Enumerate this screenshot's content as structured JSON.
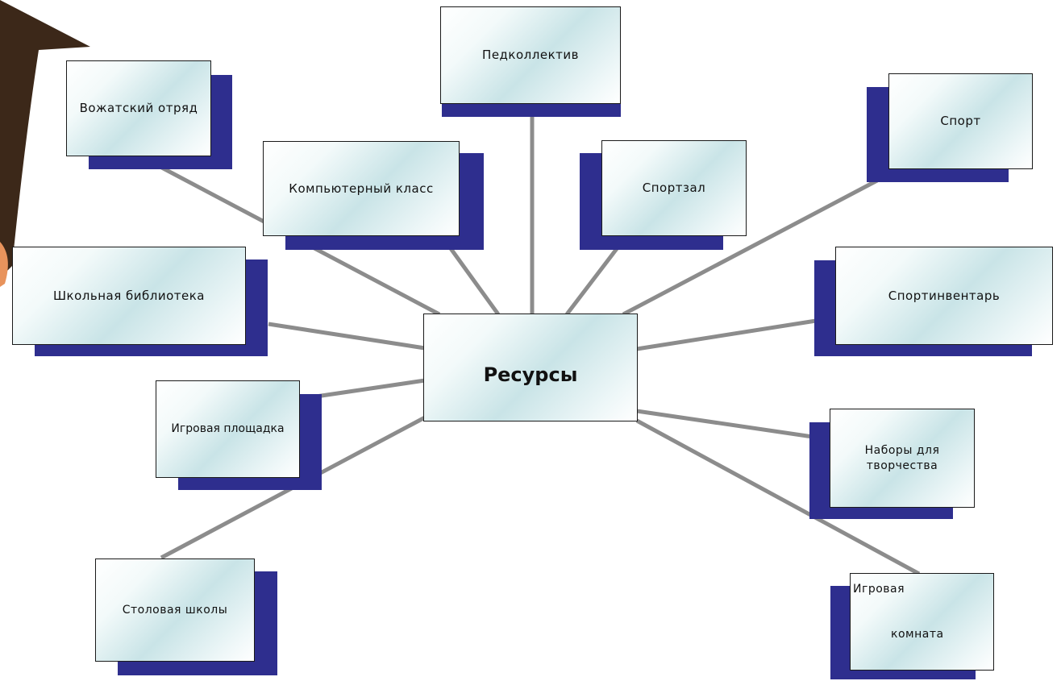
{
  "diagram": {
    "center": "Ресурсы",
    "nodes": [
      {
        "id": "vozhatsky",
        "label": "Вожатский отряд"
      },
      {
        "id": "pedkollektiv",
        "label": "Педколлектив"
      },
      {
        "id": "sport",
        "label": "Спорт"
      },
      {
        "id": "computer",
        "label": "Компьютерный  класс"
      },
      {
        "id": "sportzal",
        "label": "Спортзал"
      },
      {
        "id": "library",
        "label": "Школьная библиотека"
      },
      {
        "id": "sportinventar",
        "label": "Спортинвентарь"
      },
      {
        "id": "playground",
        "label": "Игровая площадка"
      },
      {
        "id": "nabory",
        "label_lines": [
          "Наборы для",
          "творчества"
        ]
      },
      {
        "id": "stolovaya",
        "label": "Столовая школы"
      },
      {
        "id": "gameroom",
        "label_lines": [
          "Игровая",
          "комната"
        ]
      }
    ],
    "colors": {
      "shadow": "#2e2e8e",
      "connector": "#8c8c8c",
      "box_border": "#1a1a1a",
      "box_gradient": "#c9e4e7",
      "decor_brown": "#3c2819",
      "decor_orange": "#e8935c"
    }
  }
}
